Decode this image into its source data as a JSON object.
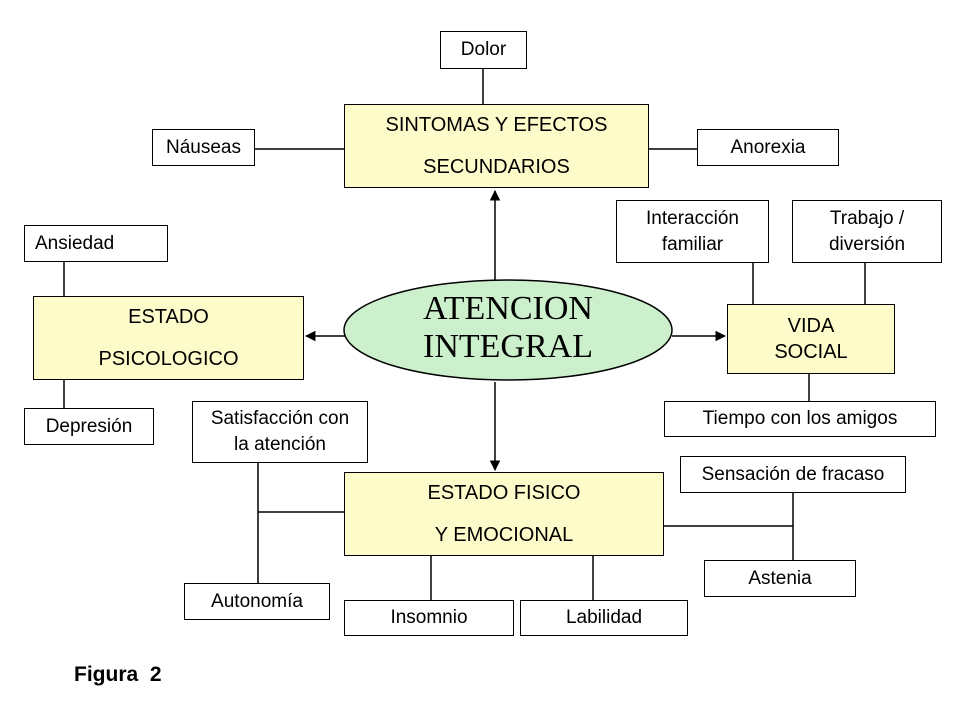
{
  "center": {
    "line1": "ATENCION",
    "line2": "INTEGRAL"
  },
  "sintomas": {
    "title_line1": "SINTOMAS Y EFECTOS",
    "title_line2": "SECUNDARIOS",
    "items": {
      "dolor": "Dolor",
      "nauseas": "Náuseas",
      "anorexia": "Anorexia"
    }
  },
  "psicologico": {
    "title_line1": "ESTADO",
    "title_line2": "PSICOLOGICO",
    "items": {
      "ansiedad": "Ansiedad",
      "depresion": "Depresión"
    }
  },
  "social": {
    "title_line1": "VIDA",
    "title_line2": "SOCIAL",
    "items": {
      "interaccion_1": "Interacción",
      "interaccion_2": "familiar",
      "trabajo_1": "Trabajo /",
      "trabajo_2": "diversión",
      "amigos": "Tiempo con los amigos"
    }
  },
  "fisico": {
    "title_line1": "ESTADO FISICO",
    "title_line2": "Y EMOCIONAL",
    "items": {
      "satisfaccion_1": "Satisfacción con",
      "satisfaccion_2": "la atención",
      "autonomia": "Autonomía",
      "insomnio": "Insomnio",
      "labilidad": "Labilidad",
      "fracaso": "Sensación de fracaso",
      "astenia": "Astenia"
    }
  },
  "caption": "Figura  2",
  "colors": {
    "yellow_box": "#fdfbc9",
    "ellipse_fill": "#ccf0cc",
    "ellipse_border": "#000000",
    "line": "#000000"
  }
}
